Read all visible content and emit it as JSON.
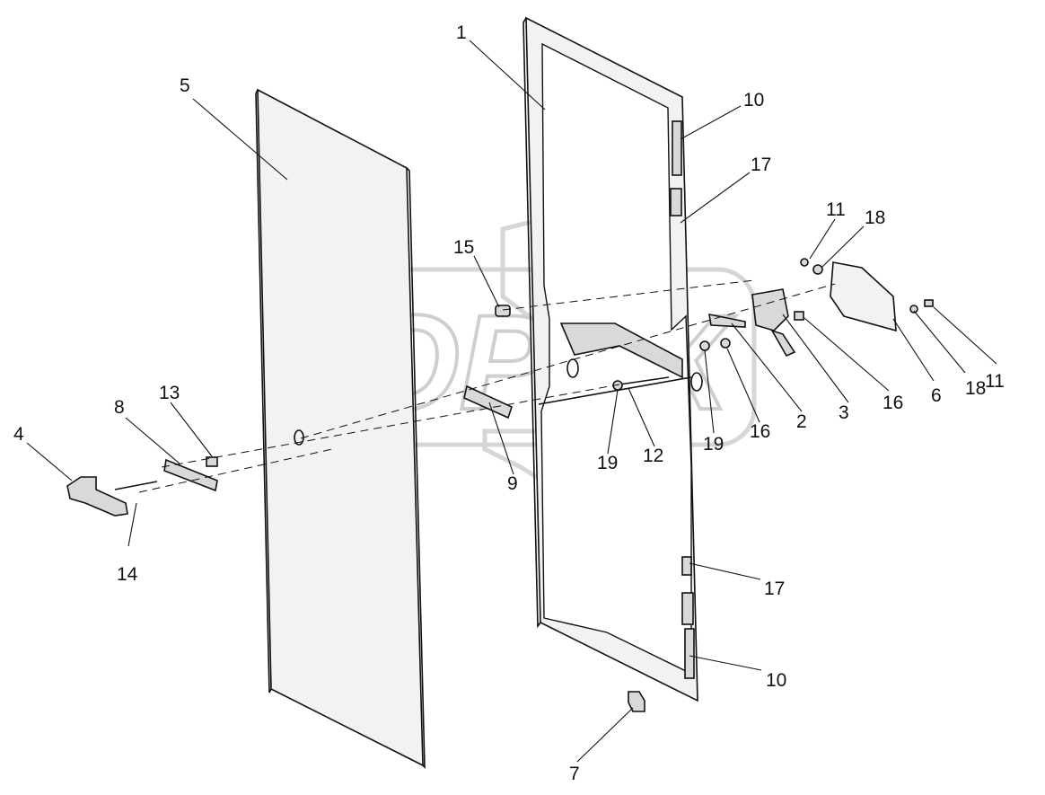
{
  "watermark": {
    "text": "OPEX"
  },
  "callouts": [
    {
      "id": "c1",
      "label": "1"
    },
    {
      "id": "c5",
      "label": "5"
    },
    {
      "id": "c10a",
      "label": "10"
    },
    {
      "id": "c17a",
      "label": "17"
    },
    {
      "id": "c11a",
      "label": "11"
    },
    {
      "id": "c18a",
      "label": "18"
    },
    {
      "id": "c15",
      "label": "15"
    },
    {
      "id": "c11b",
      "label": "11"
    },
    {
      "id": "c18b",
      "label": "18"
    },
    {
      "id": "c6",
      "label": "6"
    },
    {
      "id": "c16a",
      "label": "16"
    },
    {
      "id": "c3",
      "label": "3"
    },
    {
      "id": "c2",
      "label": "2"
    },
    {
      "id": "c16b",
      "label": "16"
    },
    {
      "id": "c19a",
      "label": "19"
    },
    {
      "id": "c12",
      "label": "12"
    },
    {
      "id": "c19b",
      "label": "19"
    },
    {
      "id": "c13",
      "label": "13"
    },
    {
      "id": "c8",
      "label": "8"
    },
    {
      "id": "c4",
      "label": "4"
    },
    {
      "id": "c9",
      "label": "9"
    },
    {
      "id": "c14",
      "label": "14"
    },
    {
      "id": "c17b",
      "label": "17"
    },
    {
      "id": "c10b",
      "label": "10"
    },
    {
      "id": "c7",
      "label": "7"
    }
  ]
}
